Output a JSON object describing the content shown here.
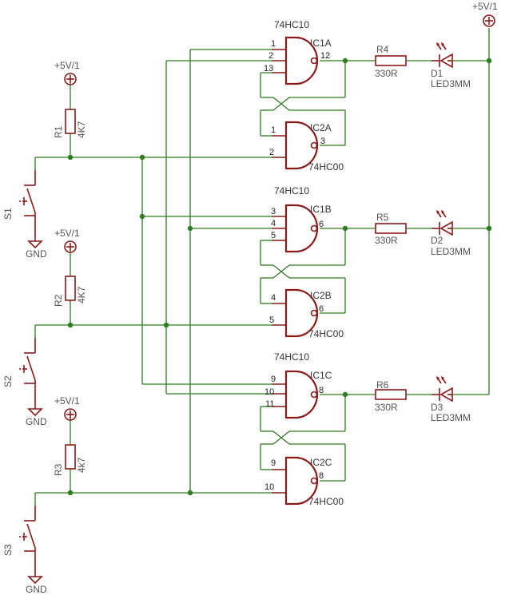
{
  "colors": {
    "wire": "#2e7d1f",
    "symbol": "#8b1a1a",
    "text": "#555555",
    "background": "#ffffff"
  },
  "supply_label": "+5V/1",
  "ground_label": "GND",
  "switches": [
    {
      "ref": "S1",
      "pullup_ref": "R1",
      "pullup_value": "4K7"
    },
    {
      "ref": "S2",
      "pullup_ref": "R2",
      "pullup_value": "4K7"
    },
    {
      "ref": "S3",
      "pullup_ref": "R3",
      "pullup_value": "4k7"
    }
  ],
  "channels": [
    {
      "top_header": "74HC10",
      "top_gate": "IC1A",
      "top_pins": [
        "1",
        "2",
        "13"
      ],
      "top_out": "12",
      "bottom_gate": "IC2A",
      "bottom_pins": [
        "1",
        "2"
      ],
      "bottom_out": "3",
      "bottom_part": "74HC00",
      "res_ref": "R4",
      "res_value": "330R",
      "led_ref": "D1",
      "led_value": "LED3MM"
    },
    {
      "top_header": "74HC10",
      "top_gate": "IC1B",
      "top_pins": [
        "3",
        "4",
        "5"
      ],
      "top_out": "6",
      "bottom_gate": "IC2B",
      "bottom_pins": [
        "4",
        "5"
      ],
      "bottom_out": "6",
      "bottom_part": "74HC00",
      "res_ref": "R5",
      "res_value": "330R",
      "led_ref": "D2",
      "led_value": "LED3MM"
    },
    {
      "top_header": "74HC10",
      "top_gate": "IC1C",
      "top_pins": [
        "9",
        "10",
        "11"
      ],
      "top_out": "8",
      "bottom_gate": "IC2C",
      "bottom_pins": [
        "9",
        "10"
      ],
      "bottom_out": "8",
      "bottom_part": "74HC00",
      "res_ref": "R6",
      "res_value": "330R",
      "led_ref": "D3",
      "led_value": "LED3MM"
    }
  ]
}
